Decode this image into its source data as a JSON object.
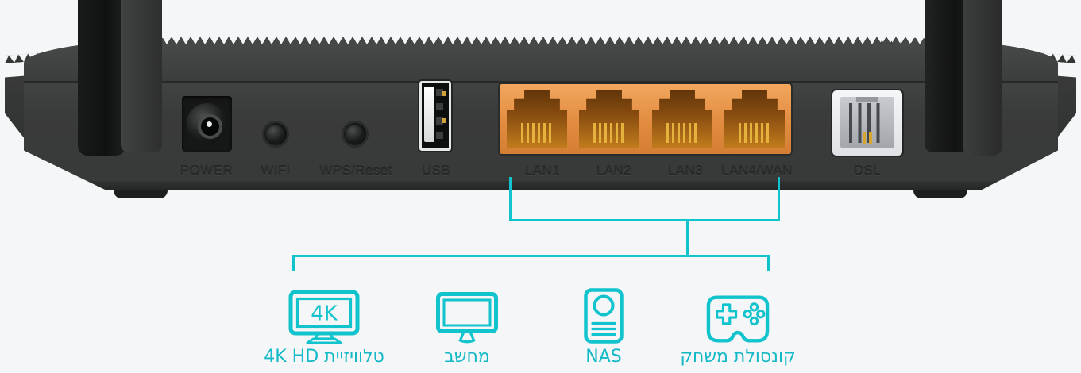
{
  "accent_color": "#10c3cd",
  "lan_port_color": "#e8944a",
  "router": {
    "ports": [
      {
        "label": "POWER",
        "type": "dc-power-jack"
      },
      {
        "label": "WIFI",
        "type": "push-button"
      },
      {
        "label": "WPS/Reset",
        "type": "push-button"
      },
      {
        "label": "USB",
        "type": "usb-a-port"
      },
      {
        "label": "LAN1",
        "type": "rj45-ethernet"
      },
      {
        "label": "LAN2",
        "type": "rj45-ethernet"
      },
      {
        "label": "LAN3",
        "type": "rj45-ethernet"
      },
      {
        "label": "LAN4/WAN",
        "type": "rj45-ethernet"
      },
      {
        "label": "DSL",
        "type": "rj11-dsl"
      }
    ]
  },
  "diagram": {
    "devices": [
      {
        "icon": "tv-4k-icon",
        "badge": "4K",
        "label": "טלוויזיית 4K HD"
      },
      {
        "icon": "monitor-icon",
        "label": "מחשב"
      },
      {
        "icon": "nas-icon",
        "label": "NAS"
      },
      {
        "icon": "gamepad-icon",
        "label": "קונסולת משחק"
      }
    ]
  }
}
